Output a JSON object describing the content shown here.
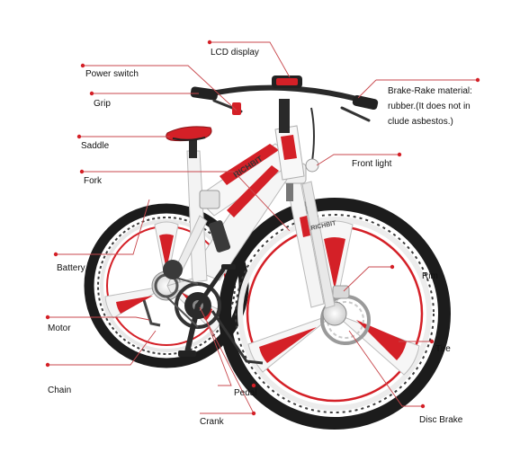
{
  "labels": {
    "lcd_display": "LCD display",
    "power_switch": "Power switch",
    "grip": "Grip",
    "brake_lever": "Brake-Rake material: rubber.(It does not in clude asbestos.)",
    "saddle": "Saddle",
    "front_light": "Front light",
    "fork": "Fork",
    "battery": "Battery",
    "rim": "Rim",
    "motor": "Motor",
    "tire": "Tire",
    "chain": "Chain",
    "pedal": "Pedal",
    "disc_brake": "Disc Brake",
    "crank": "Crank"
  },
  "frame_text": {
    "top_tube": "RICHBIT",
    "fork_text": "RICHBIT"
  },
  "colors": {
    "accent": "#d42027",
    "frame_white": "#f4f4f4",
    "tire": "#1c1c1c",
    "leader_line": "#c8474c",
    "label_text": "#111111"
  }
}
